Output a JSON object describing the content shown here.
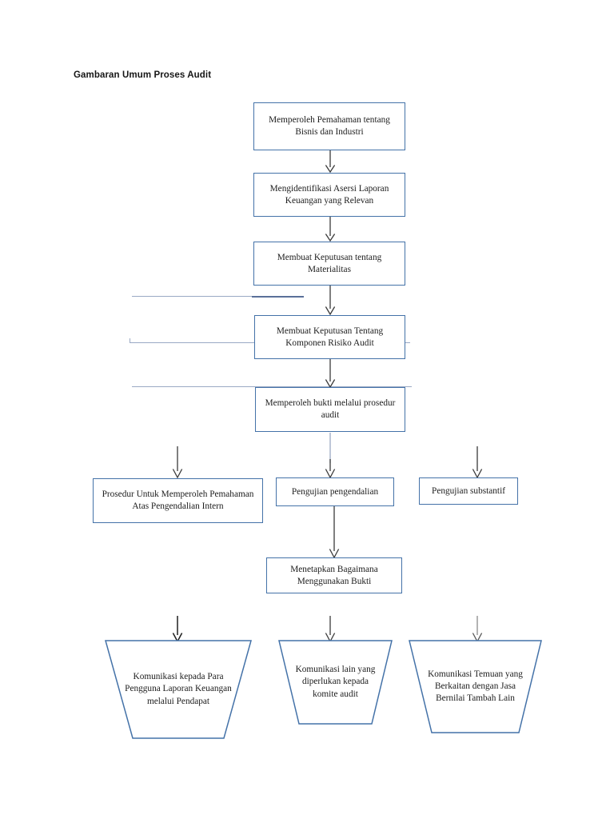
{
  "page": {
    "title": "Gambaran Umum Proses Audit",
    "background_color": "#ffffff",
    "box_border_color": "#4472a8",
    "arrow_color": "#3a3a3a",
    "text_color": "#1c1c1c"
  },
  "flowchart": {
    "type": "flowchart",
    "orientation": "top-to-bottom",
    "nodes": [
      {
        "id": "n1",
        "shape": "rectangle",
        "label": "Memperoleh Pemahaman tentang Bisnis dan Industri"
      },
      {
        "id": "n2",
        "shape": "rectangle",
        "label": "Mengidentifikasi Asersi Laporan Keuangan yang Relevan"
      },
      {
        "id": "n3",
        "shape": "rectangle",
        "label": "Membuat Keputusan tentang Materialitas"
      },
      {
        "id": "n4",
        "shape": "rectangle",
        "label": "Membuat Keputusan Tentang Komponen Risiko Audit"
      },
      {
        "id": "n5",
        "shape": "rectangle",
        "label": "Memperoleh bukti melalui prosedur audit"
      },
      {
        "id": "n6",
        "shape": "rectangle",
        "label": "Prosedur Untuk Memperoleh Pemahaman Atas Pengendalian Intern"
      },
      {
        "id": "n7",
        "shape": "rectangle",
        "label": "Pengujian pengendalian"
      },
      {
        "id": "n8",
        "shape": "rectangle",
        "label": "Pengujian substantif"
      },
      {
        "id": "n9",
        "shape": "rectangle",
        "label": "Menetapkan Bagaimana Menggunakan Bukti"
      },
      {
        "id": "n10",
        "shape": "trapezoid",
        "label": "Komunikasi kepada Para Pengguna Laporan Keuangan melalui Pendapat"
      },
      {
        "id": "n11",
        "shape": "trapezoid",
        "label": "Komunikasi lain yang diperlukan kepada komite audit"
      },
      {
        "id": "n12",
        "shape": "trapezoid",
        "label": "Komunikasi Temuan yang Berkaitan dengan Jasa Bernilai Tambah Lain"
      }
    ],
    "edges": [
      {
        "from": "n1",
        "to": "n2",
        "style": "arrow-down"
      },
      {
        "from": "n2",
        "to": "n3",
        "style": "arrow-down"
      },
      {
        "from": "n3",
        "to": "n4",
        "style": "arrow-down"
      },
      {
        "from": "n4",
        "to": "n5",
        "style": "arrow-down"
      },
      {
        "from": "n5",
        "to": "n6",
        "style": "arrow-down"
      },
      {
        "from": "n5",
        "to": "n7",
        "style": "arrow-down"
      },
      {
        "from": "n5",
        "to": "n8",
        "style": "arrow-down"
      },
      {
        "from": "n7",
        "to": "n9",
        "style": "arrow-down"
      },
      {
        "from": "n9",
        "to": "n10",
        "style": "arrow-down"
      },
      {
        "from": "n9",
        "to": "n11",
        "style": "arrow-down"
      },
      {
        "from": "n9",
        "to": "n12",
        "style": "arrow-down"
      }
    ]
  }
}
